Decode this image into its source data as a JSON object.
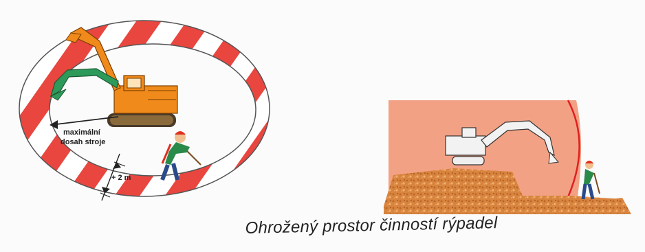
{
  "left_figure": {
    "reach_label_line1": "maximální",
    "reach_label_line2": "dosah stroje",
    "margin_label": "+ 2 m"
  },
  "caption": "Ohrožený prostor činností rýpadel",
  "colors": {
    "danger_red": "#e8463f",
    "zone_white": "#ffffff",
    "excavator_orange": "#f08a1a",
    "arm_green": "#2e9a5a",
    "wall_salmon": "#f2a184",
    "soil": "#d98a4a",
    "machine_white": "#f2f2f2"
  },
  "icons": [
    "excavator-icon",
    "worker-icon",
    "excavator-silhouette-icon"
  ]
}
